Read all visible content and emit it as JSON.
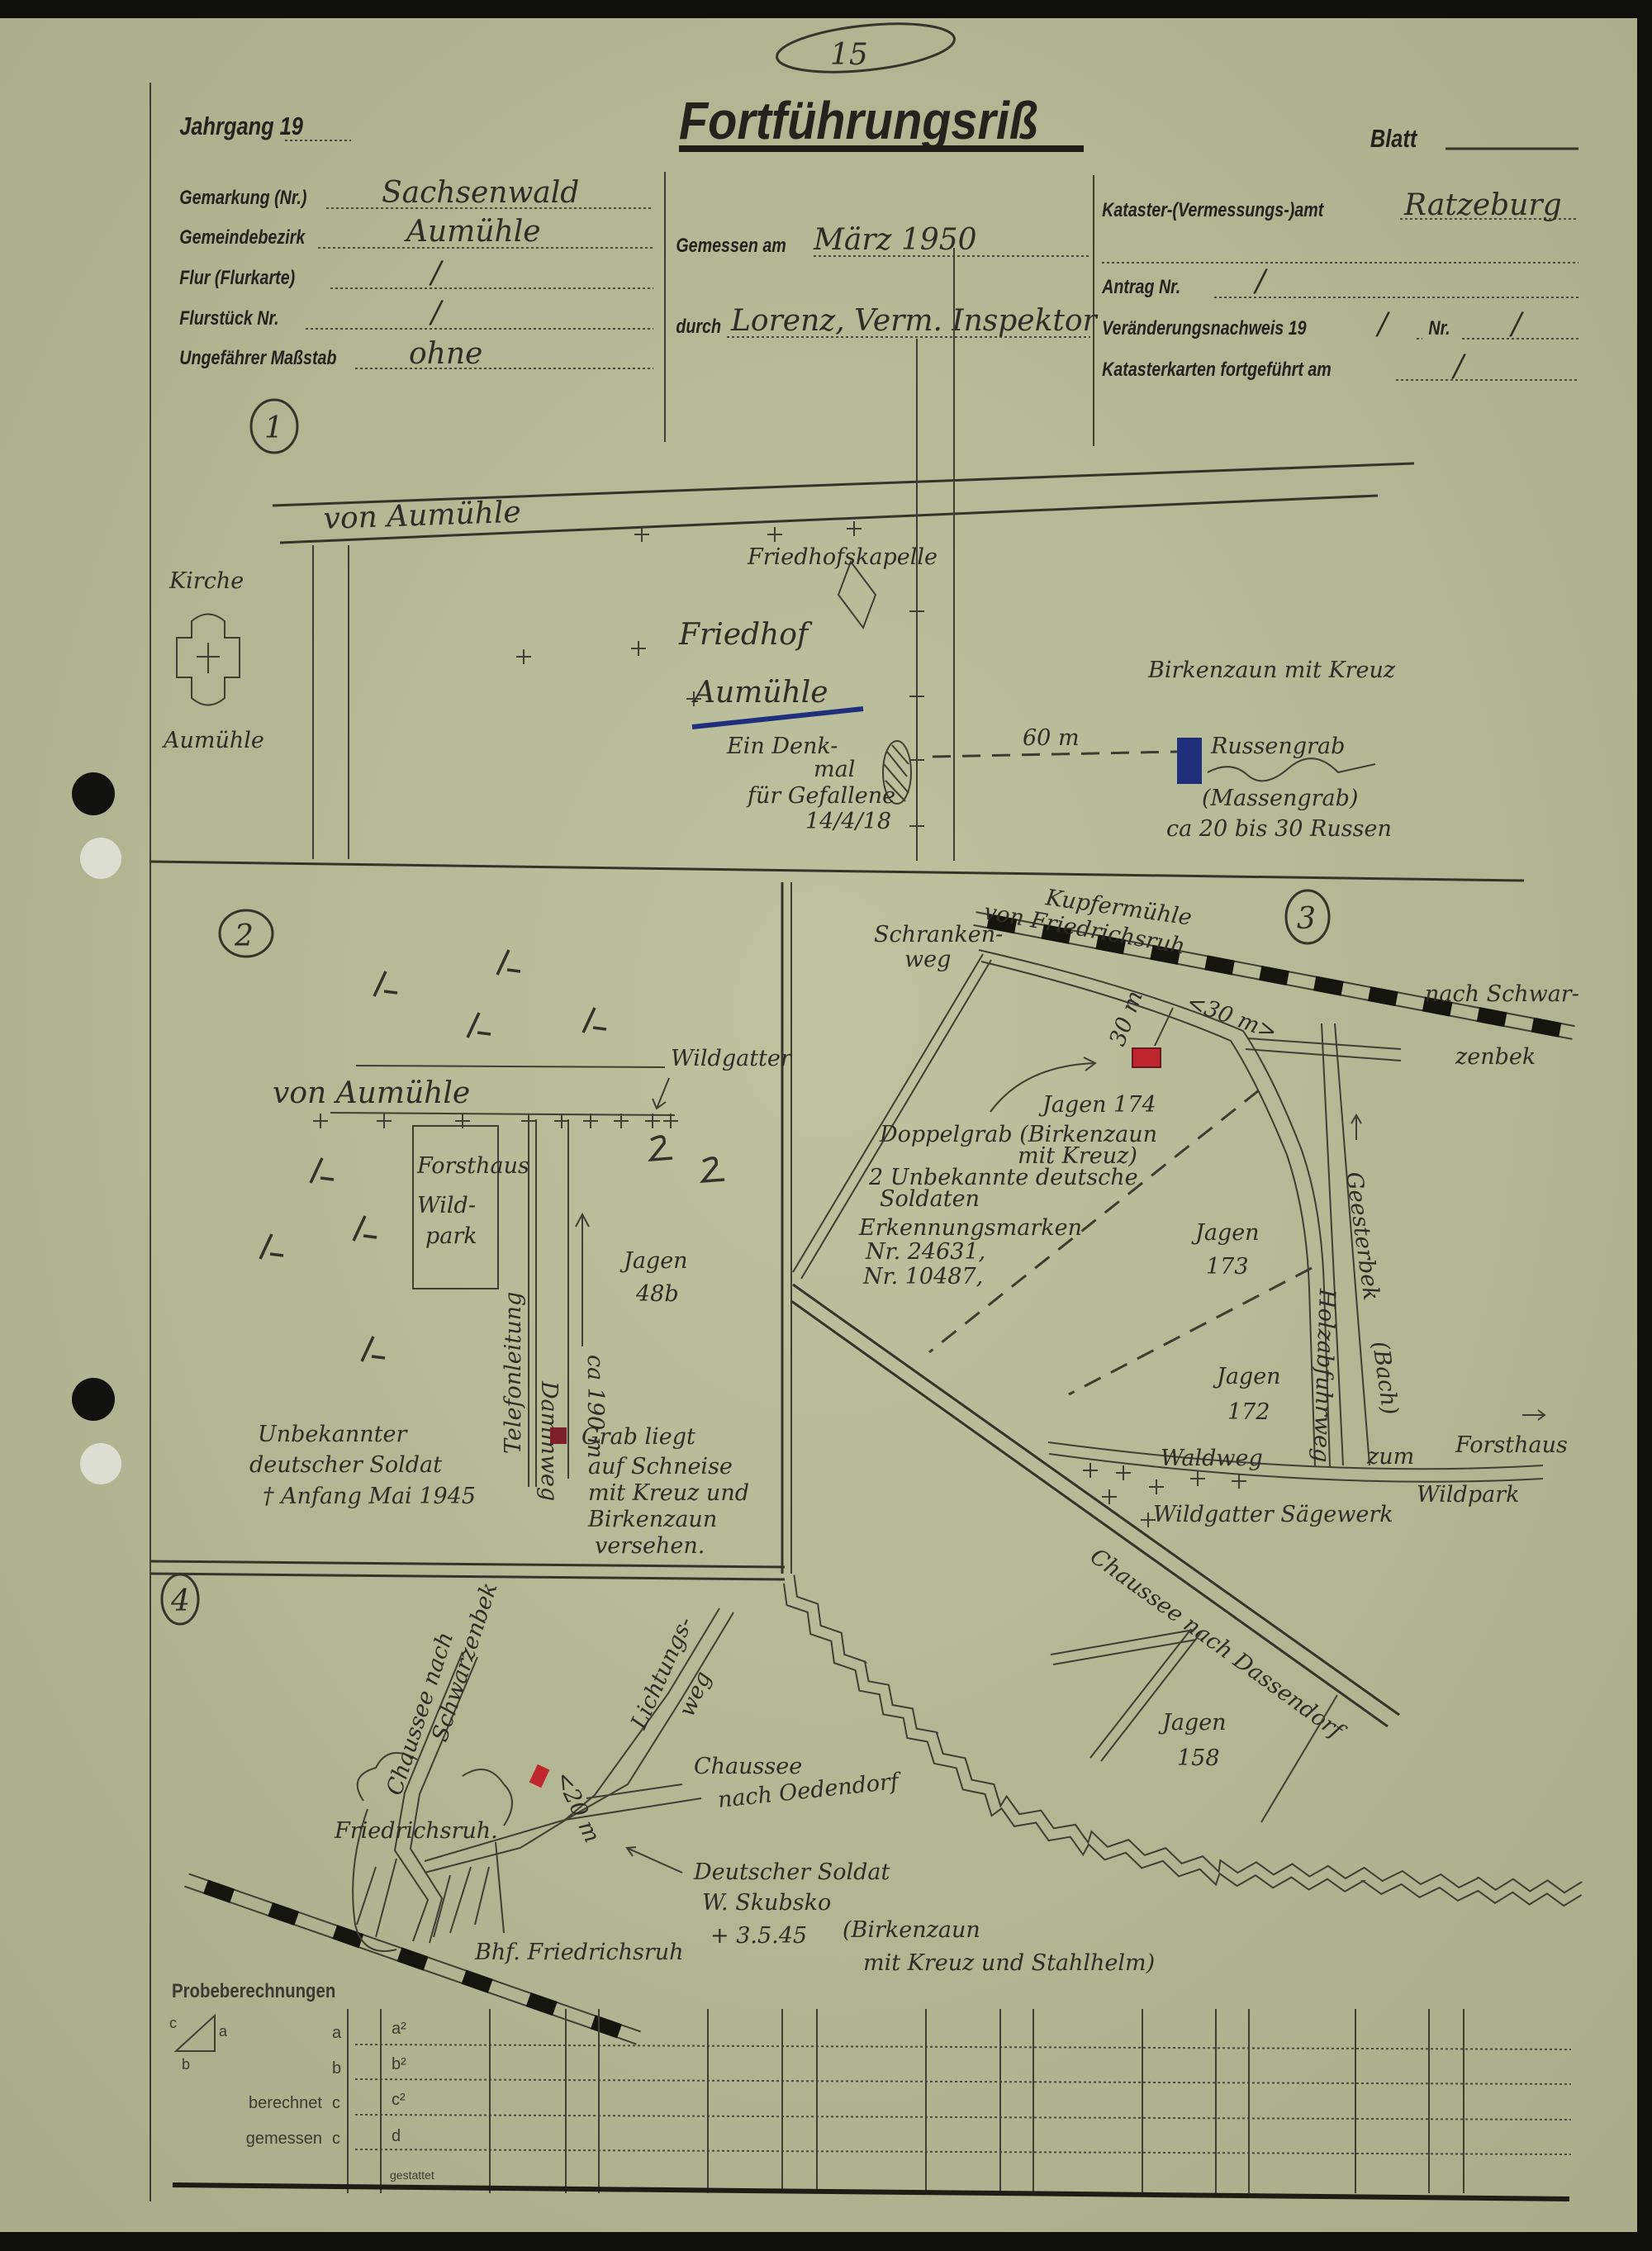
{
  "header": {
    "sheet_number": "15",
    "title": "Fortführungsriß",
    "jahrgang_label": "Jahrgang 19",
    "blatt_label": "Blatt"
  },
  "form": {
    "left": [
      {
        "label": "Gemarkung (Nr.)",
        "value": "Sachsenwald"
      },
      {
        "label": "Gemeindebezirk",
        "value": "Aumühle"
      },
      {
        "label": "Flur (Flurkarte)",
        "value": "/"
      },
      {
        "label": "Flurstück Nr.",
        "value": "/"
      },
      {
        "label": "Ungefährer Maßstab",
        "value": "ohne"
      }
    ],
    "middle": [
      {
        "label": "Gemessen am",
        "value": "März 1950"
      },
      {
        "label": "durch",
        "value": "Lorenz, Verm. Inspektor"
      }
    ],
    "right": [
      {
        "label": "Kataster-(Vermessungs-)amt",
        "value": "Ratzeburg"
      },
      {
        "label": "Antrag Nr.",
        "value": "/"
      },
      {
        "label": "Veränderungsnachweis 19",
        "value": "/"
      },
      {
        "label": "Nr.",
        "value": "/"
      },
      {
        "label": "Katasterkarten fortgeführt am",
        "value": "/"
      }
    ]
  },
  "sketch": {
    "section_1": {
      "number": "1",
      "road": "von Aumühle",
      "church_label": "Kirche",
      "church_place": "Aumühle",
      "chapel": "Friedhofskapelle",
      "cemetery": "Friedhof",
      "cemetery_place": "Aumühle",
      "memorial": [
        "Ein Denk-",
        "mal",
        "für Gefallene",
        "14/4/18"
      ],
      "distance": "60 m",
      "fence": "Birkenzaun mit Kreuz",
      "grave": "Russengrab",
      "grave_type": "(Massengrab)",
      "grave_count": "ca 20 bis 30 Russen"
    },
    "section_2": {
      "number": "2",
      "road": "von Aumühle",
      "gate": "Wildgatter",
      "house": [
        "Forsthaus",
        "Wild-",
        "park"
      ],
      "compartment": [
        "Jagen",
        "48b"
      ],
      "distance": "ca 190 m",
      "telephone_line": "Telefonleitung",
      "path": "Dammweg",
      "grave_note": [
        "Grab liegt",
        "auf Schneise",
        "mit Kreuz und",
        "Birkenzaun",
        "versehen."
      ],
      "soldier": [
        "Unbekannter",
        "deutscher Soldat",
        "† Anfang Mai 1945"
      ]
    },
    "section_3": {
      "number": "3",
      "mill": "Kupfermühle",
      "railway_from": "von Friedrichsruh",
      "crossing": [
        "Schranken-",
        "weg"
      ],
      "railway_to": [
        "nach Schwar-",
        "zenbek"
      ],
      "distance_road": "<30 m>",
      "distance_grave": "30 m",
      "compartment_174": "Jagen 174",
      "double_grave": [
        "Doppelgrab (Birkenzaun",
        "mit Kreuz)",
        "2 Unbekannte deutsche",
        "Soldaten",
        "Erkennungsmarken",
        "Nr. 24631,",
        "Nr. 10487,"
      ],
      "compartment_173": [
        "Jagen",
        "173"
      ],
      "compartment_172": [
        "Jagen",
        "172"
      ],
      "brook": "Geesterbek",
      "brook_note": "(Bach)",
      "track": "Holzabfuhrweg",
      "forest_road": "Waldweg",
      "to_forester": [
        "zum",
        "Forsthaus"
      ],
      "wildpark": "Wildpark",
      "sawmill": "Wildgatter Sägewerk",
      "highway": "Chaussee nach Dassendorf",
      "compartment_158": [
        "Jagen",
        "158"
      ]
    },
    "section_4": {
      "number": "4",
      "highway_north": [
        "Chaussee nach",
        "Schwarzenbek"
      ],
      "clearing_path": [
        "Lichtungs-",
        "weg"
      ],
      "distance": "<20 m",
      "highway_east": [
        "Chaussee",
        "nach Oedendorf"
      ],
      "village": "Friedrichsruh.",
      "station": "Bhf. Friedrichsruh",
      "soldier": [
        "Deutscher Soldat",
        "W. Skubsko",
        "+ 3.5.45"
      ],
      "grave_note": [
        "(Birkenzaun",
        "mit Kreuz und Stahlhelm)"
      ]
    }
  },
  "calculation_box": {
    "title": "Probeberechnungen",
    "triangle_labels": {
      "c": "c",
      "a": "a",
      "b": "b"
    },
    "rows": [
      {
        "label": "",
        "side": "a",
        "square": "a²"
      },
      {
        "label": "",
        "side": "b",
        "square": "b²"
      },
      {
        "label": "berechnet",
        "side": "c",
        "square": "c²"
      },
      {
        "label": "gemessen",
        "side": "c",
        "square": "d"
      }
    ],
    "footer": "gestattet"
  },
  "colors": {
    "paper": "#b6b996",
    "ink": "#2e2c25",
    "blue_mark": "#1f2f7c",
    "red_mark": "#b0232e"
  }
}
